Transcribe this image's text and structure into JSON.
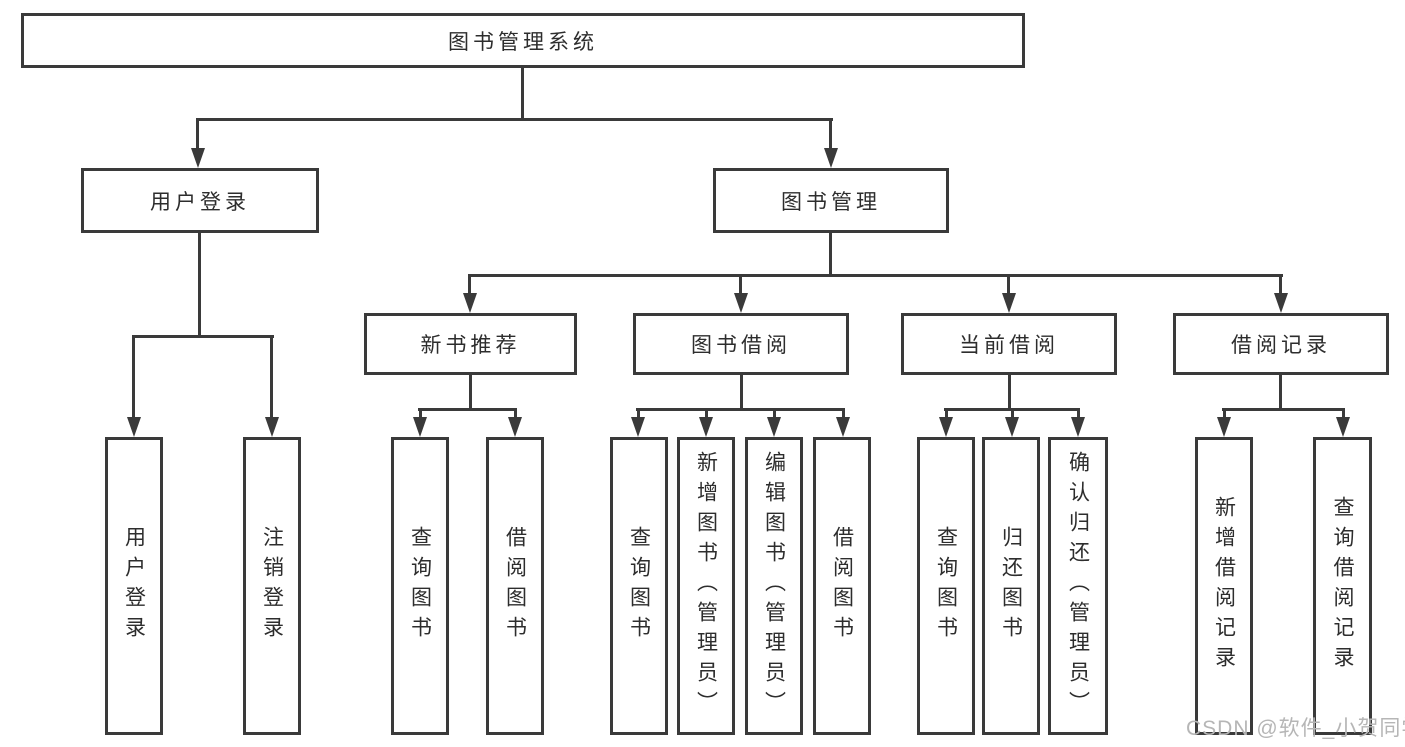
{
  "diagram": {
    "title": "图书管理系统",
    "level2": [
      {
        "label": "用户登录"
      },
      {
        "label": "图书管理"
      }
    ],
    "level3": [
      {
        "label": "新书推荐",
        "parent": "图书管理"
      },
      {
        "label": "图书借阅",
        "parent": "图书管理"
      },
      {
        "label": "当前借阅",
        "parent": "图书管理"
      },
      {
        "label": "借阅记录",
        "parent": "图书管理"
      }
    ],
    "leaves": [
      {
        "label": "用户登录",
        "parent": "用户登录"
      },
      {
        "label": "注销登录",
        "parent": "用户登录"
      },
      {
        "label": "查询图书",
        "parent": "新书推荐"
      },
      {
        "label": "借阅图书",
        "parent": "新书推荐"
      },
      {
        "label": "查询图书",
        "parent": "图书借阅"
      },
      {
        "label": "新增图书（管理员）",
        "parent": "图书借阅"
      },
      {
        "label": "编辑图书（管理员）",
        "parent": "图书借阅"
      },
      {
        "label": "借阅图书",
        "parent": "图书借阅"
      },
      {
        "label": "查询图书",
        "parent": "当前借阅"
      },
      {
        "label": "归还图书",
        "parent": "当前借阅"
      },
      {
        "label": "确认归还（管理员）",
        "parent": "当前借阅"
      },
      {
        "label": "新增借阅记录",
        "parent": "借阅记录"
      },
      {
        "label": "查询借阅记录",
        "parent": "借阅记录"
      }
    ],
    "watermark": "CSDN @软件_小贺同学"
  },
  "colors": {
    "line": "#3a3a3a",
    "text": "#2d2d2d",
    "watermark": "#b6b6b6",
    "background": "#ffffff"
  }
}
